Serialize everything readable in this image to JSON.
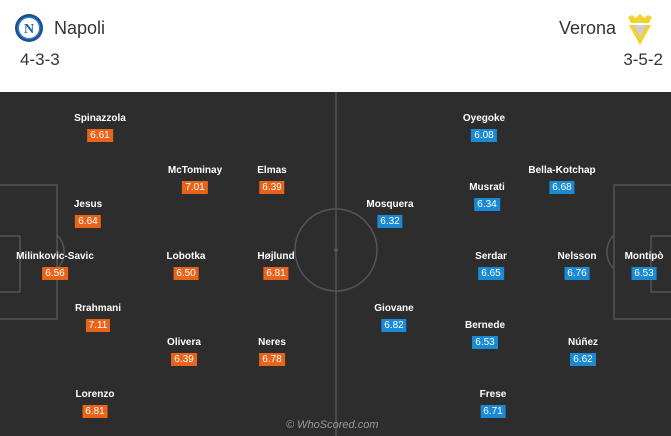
{
  "home": {
    "name": "Napoli",
    "formation": "4-3-3",
    "crest": "napoli-crest-icon",
    "rating_color": "#e8641b",
    "players": [
      {
        "name": "Spinazzola",
        "rating": "6.61"
      },
      {
        "name": "Jesus",
        "rating": "6.64"
      },
      {
        "name": "Milinkovic-Savic",
        "rating": "6.56"
      },
      {
        "name": "Rrahmani",
        "rating": "7.11"
      },
      {
        "name": "Lorenzo",
        "rating": "6.81"
      },
      {
        "name": "McTominay",
        "rating": "7.01"
      },
      {
        "name": "Lobotka",
        "rating": "6.50"
      },
      {
        "name": "Olivera",
        "rating": "6.39"
      },
      {
        "name": "Elmas",
        "rating": "6.39"
      },
      {
        "name": "Højlund",
        "rating": "6.81"
      },
      {
        "name": "Neres",
        "rating": "6.78"
      }
    ]
  },
  "away": {
    "name": "Verona",
    "formation": "3-5-2",
    "crest": "verona-crest-icon",
    "rating_color": "#1a8ad4",
    "players": [
      {
        "name": "Oyegoke",
        "rating": "6.08"
      },
      {
        "name": "Musrati",
        "rating": "6.34"
      },
      {
        "name": "Serdar",
        "rating": "6.65"
      },
      {
        "name": "Bernede",
        "rating": "6.53"
      },
      {
        "name": "Frese",
        "rating": "6.71"
      },
      {
        "name": "Mosquera",
        "rating": "6.32"
      },
      {
        "name": "Giovane",
        "rating": "6.82"
      },
      {
        "name": "Bella-Kotchap",
        "rating": "6.68"
      },
      {
        "name": "Nelsson",
        "rating": "6.76"
      },
      {
        "name": "Núñez",
        "rating": "6.62"
      },
      {
        "name": "Montipò",
        "rating": "6.53"
      }
    ]
  },
  "watermark": "© WhoScored.com"
}
